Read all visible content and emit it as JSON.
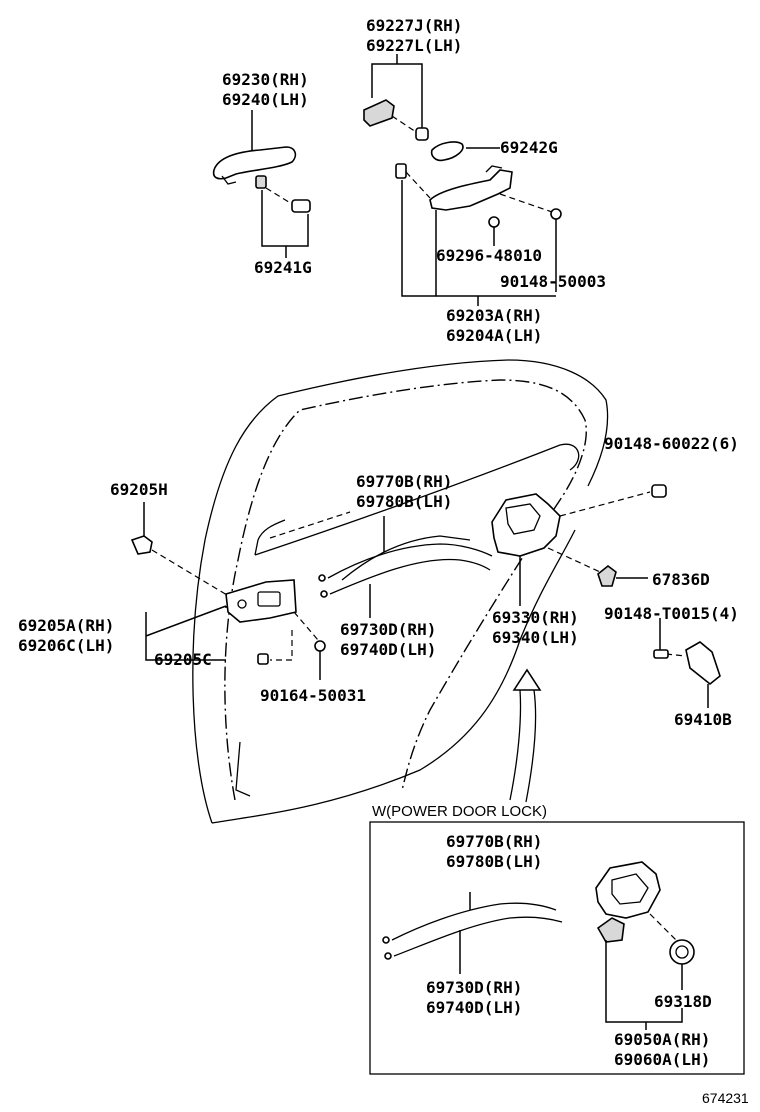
{
  "labels": {
    "p69227": [
      "69227J(RH)",
      "69227L(LH)"
    ],
    "p69230": [
      "69230(RH)",
      "69240(LH)"
    ],
    "p69242g": "69242G",
    "p69241g": "69241G",
    "p69296": "69296-48010",
    "p90148_50003": "90148-50003",
    "p69203": [
      "69203A(RH)",
      "69204A(LH)"
    ],
    "p90148_60022": "90148-60022(6)",
    "p69205h": "69205H",
    "p69770": [
      "69770B(RH)",
      "69780B(LH)"
    ],
    "p67836d": "67836D",
    "p90148_t0015": "90148-T0015(4)",
    "p69205a": [
      "69205A(RH)",
      "69206C(LH)"
    ],
    "p69205c": "69205C",
    "p69730": [
      "69730D(RH)",
      "69740D(LH)"
    ],
    "p69330": [
      "69330(RH)",
      "69340(LH)"
    ],
    "p90164": "90164-50031",
    "p69410b": "69410B"
  },
  "inset": {
    "title": "W(POWER DOOR LOCK)",
    "p69770": [
      "69770B(RH)",
      "69780B(LH)"
    ],
    "p69730": [
      "69730D(RH)",
      "69740D(LH)"
    ],
    "p69318d": "69318D",
    "p69050": [
      "69050A(RH)",
      "69060A(LH)"
    ]
  },
  "figure_number": "674231",
  "colors": {
    "line": "#000000",
    "background": "#ffffff",
    "part_fill": "#d8d8d8"
  }
}
